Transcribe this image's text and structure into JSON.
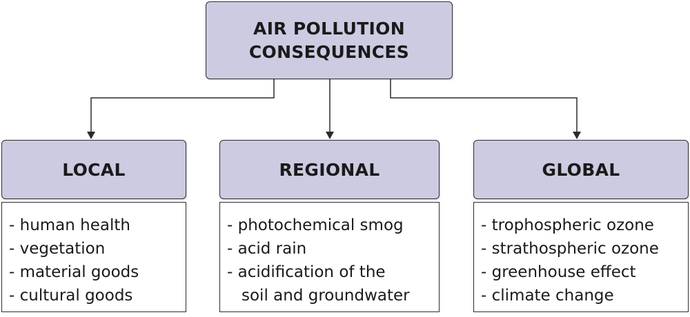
{
  "root": {
    "title_line1": "AIR POLLUTION",
    "title_line2": "CONSEQUENCES"
  },
  "categories": [
    {
      "title": "LOCAL",
      "items": [
        "- human health",
        "- vegetation",
        "- material goods",
        "- cultural goods"
      ]
    },
    {
      "title": "REGIONAL",
      "items": [
        "- photochemical smog",
        "- acid rain",
        "- acidification of the",
        "soil and groundwater"
      ]
    },
    {
      "title": "GLOBAL",
      "items": [
        "- trophospheric ozone",
        "- strathospheric ozone",
        "- greenhouse effect",
        "- climate change"
      ]
    }
  ],
  "colors": {
    "header_fill": "#cdcbe2",
    "stroke": "#2b2b2b"
  }
}
